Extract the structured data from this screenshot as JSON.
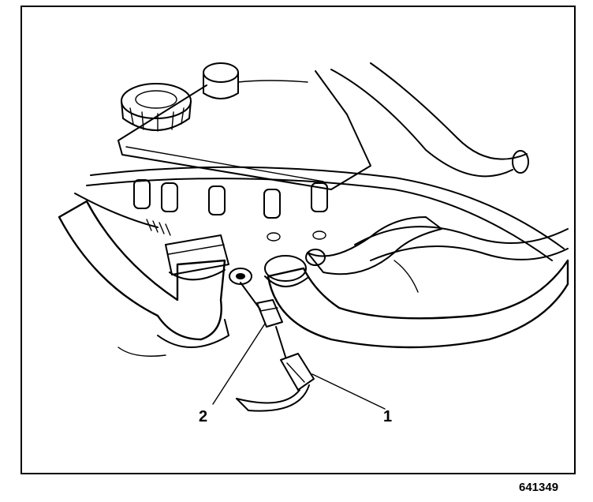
{
  "callouts": [
    {
      "label": "1"
    },
    {
      "label": "2"
    }
  ],
  "figure_id": "641349"
}
